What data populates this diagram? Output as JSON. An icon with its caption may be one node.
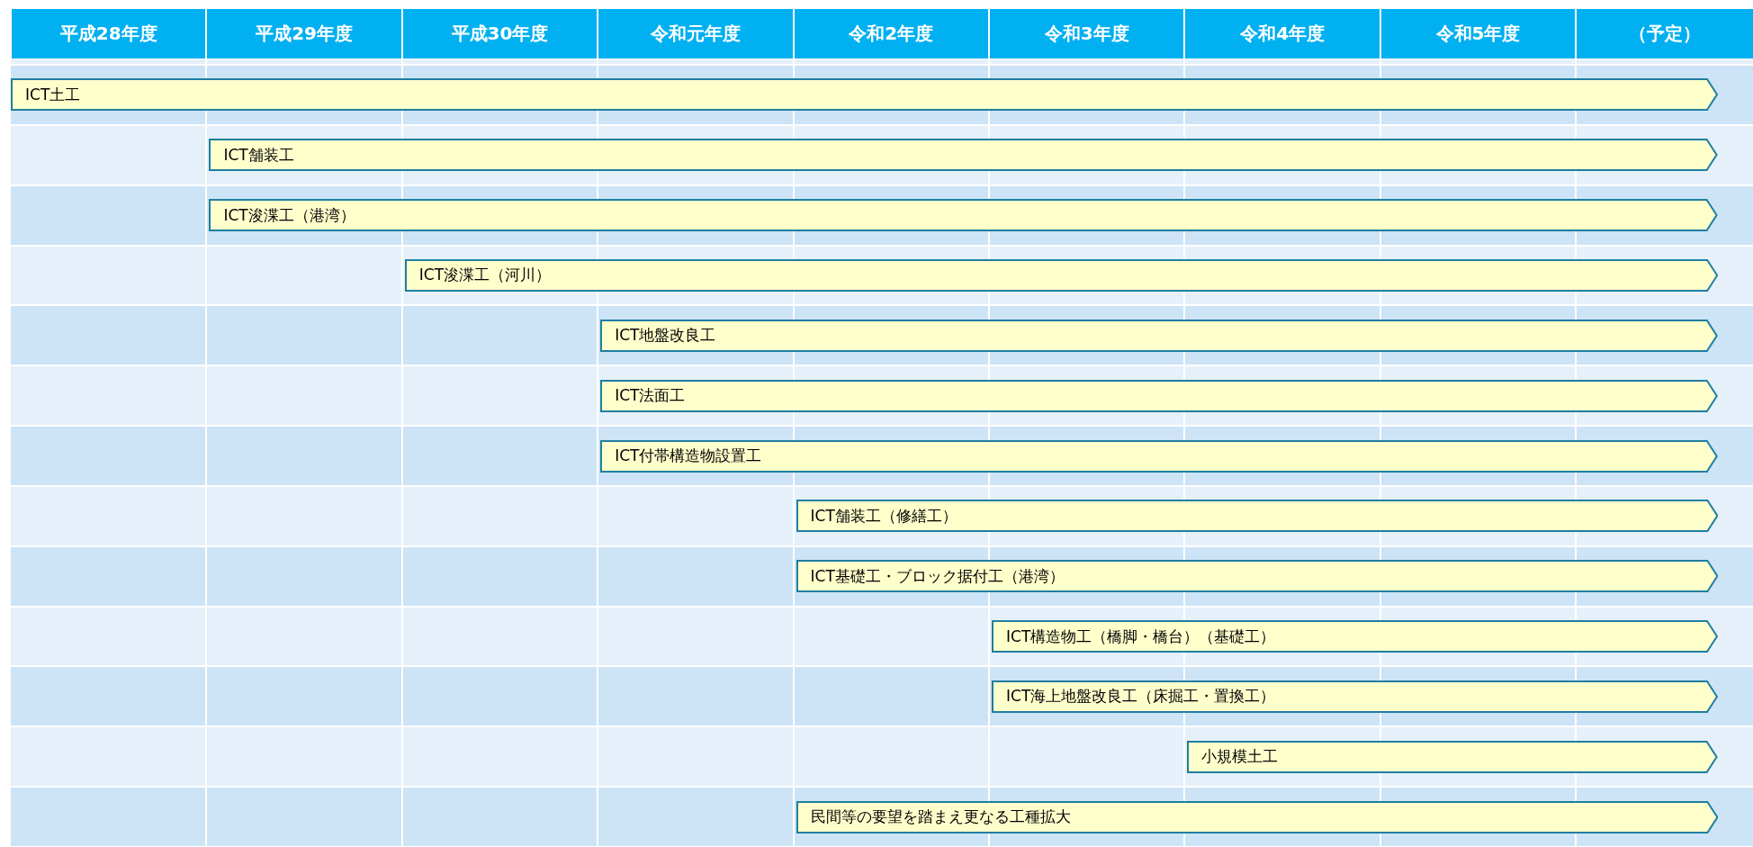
{
  "diagram": {
    "nodes": [
      {
        "text": [
          "ICT土工"
        ]
      },
      {
        "text": [
          "ICT舗装工"
        ]
      },
      {
        "text": [
          "ICT浚渫工（港湾）"
        ]
      },
      {
        "text": [
          "ICT浚渫工（河川）"
        ]
      },
      {
        "text": [
          "ICT地盤改良工"
        ]
      },
      {
        "text": [
          "ICT法面工"
        ]
      },
      {
        "text": [
          "ICT付帯構造物設置工"
        ]
      },
      {
        "text": [
          "ICT舗装工（修繕工）"
        ]
      },
      {
        "text": [
          "ICT基礎工・ブロック据付工（港湾）"
        ]
      },
      {
        "text": [
          "ICT構造物工（橋脚・橋台）（基礎工）"
        ]
      },
      {
        "text": [
          "ICT海上地盤改良工（床掘工・置換工）"
        ]
      },
      {
        "text": [
          "小規模土工"
        ]
      },
      {
        "text": [
          "民間等の要望を踏まえ更なる工種拡大"
        ]
      }
    ],
    "labels": [
      "平成28年度",
      "平成29年度",
      "平成30年度",
      "令和元年度",
      "令和2年度",
      "令和3年度",
      "令和4年度",
      "令和5年度",
      "（予定）"
    ]
  }
}
